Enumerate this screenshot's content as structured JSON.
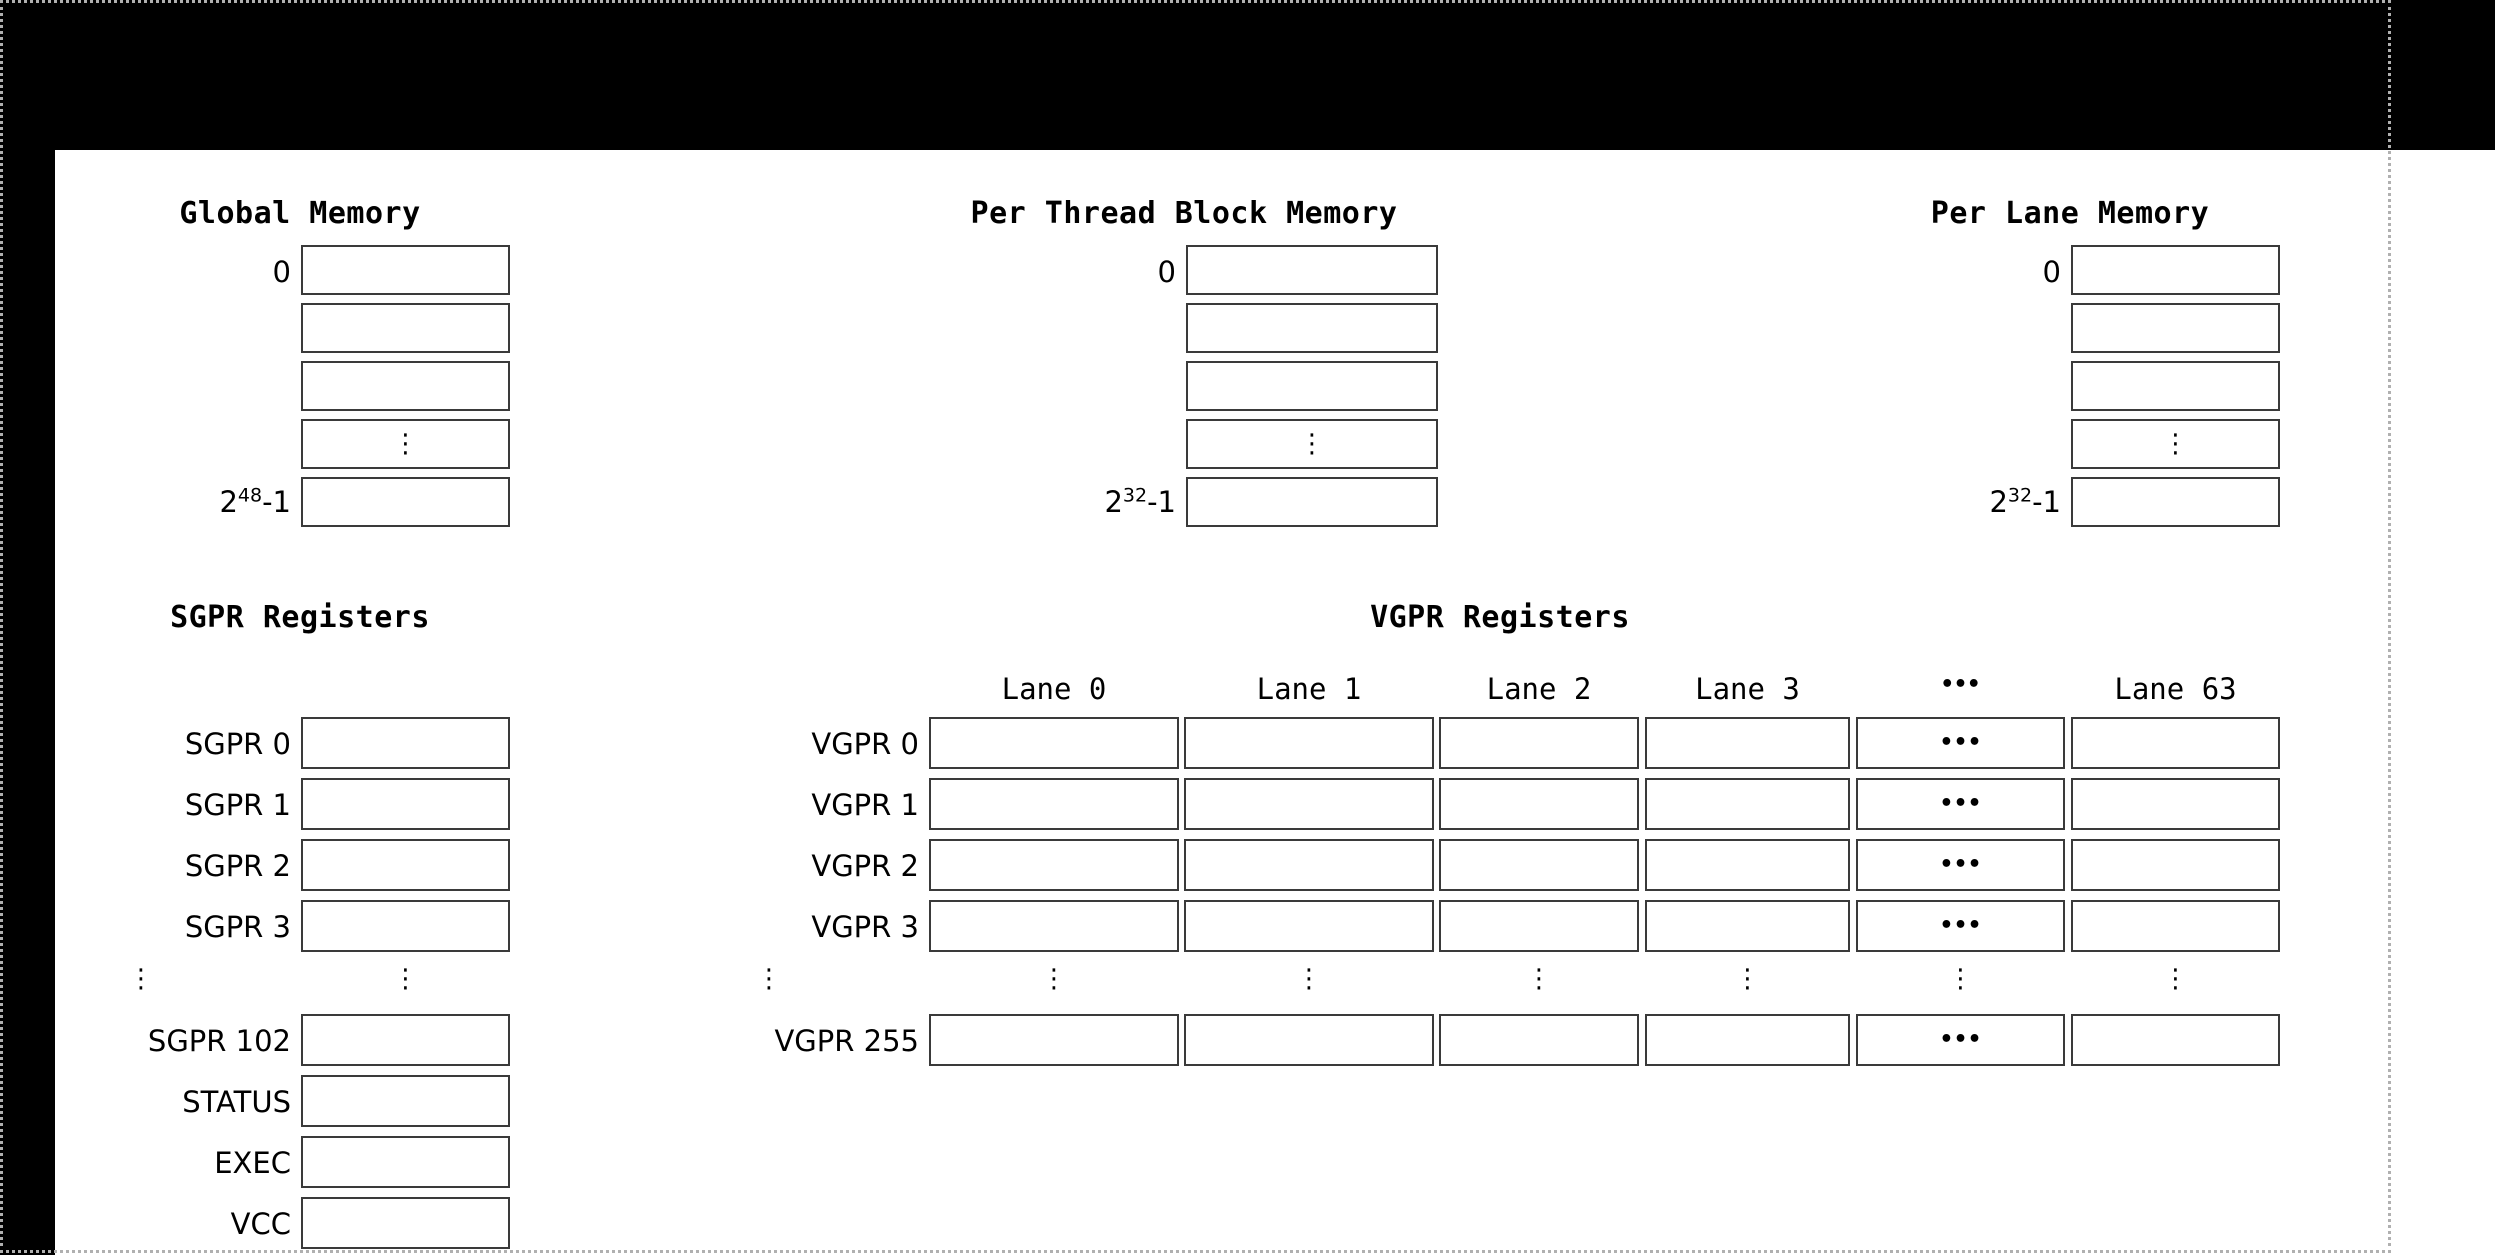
{
  "frame": {
    "letterbox_color": "#000000",
    "sheet_color": "#ffffff",
    "frame_border_color": "#b0b0b0"
  },
  "memory_panels": [
    {
      "title": "Global Memory",
      "first_label": "0",
      "last_label_base": "2",
      "last_label_exp": "48",
      "last_label_tail": "-1",
      "rows": [
        "",
        "",
        "",
        "⋮",
        ""
      ],
      "ellipsis_row_index": 3
    },
    {
      "title": "Per Thread Block Memory",
      "first_label": "0",
      "last_label_base": "2",
      "last_label_exp": "32",
      "last_label_tail": "-1",
      "rows": [
        "",
        "",
        "",
        "⋮",
        ""
      ],
      "ellipsis_row_index": 3
    },
    {
      "title": "Per Lane Memory",
      "first_label": "0",
      "last_label_base": "2",
      "last_label_exp": "32",
      "last_label_tail": "-1",
      "rows": [
        "",
        "",
        "",
        "⋮",
        ""
      ],
      "ellipsis_row_index": 3
    }
  ],
  "sgpr": {
    "title": "SGPR Registers",
    "rows": [
      {
        "label": "SGPR 0",
        "type": "box"
      },
      {
        "label": "SGPR 1",
        "type": "box"
      },
      {
        "label": "SGPR 2",
        "type": "box"
      },
      {
        "label": "SGPR 3",
        "type": "box"
      },
      {
        "label": "⋮",
        "type": "ellipsis",
        "cell_mark": "⋮"
      },
      {
        "label": "SGPR 102",
        "type": "box"
      },
      {
        "label": "STATUS",
        "type": "box"
      },
      {
        "label": "EXEC",
        "type": "box"
      },
      {
        "label": "VCC",
        "type": "box"
      }
    ]
  },
  "vgpr": {
    "title": "VGPR Registers",
    "columns": [
      "Lane 0",
      "Lane 1",
      "Lane 2",
      "Lane 3",
      "•••",
      "Lane 63"
    ],
    "ellipsis_column_index": 4,
    "rows": [
      {
        "label": "VGPR 0",
        "type": "box"
      },
      {
        "label": "VGPR 1",
        "type": "box"
      },
      {
        "label": "VGPR 2",
        "type": "box"
      },
      {
        "label": "VGPR 3",
        "type": "box"
      },
      {
        "label": "⋮",
        "type": "ellipsis",
        "cell_mark": "⋮"
      },
      {
        "label": "VGPR 255",
        "type": "box"
      }
    ],
    "cell_ellipsis_glyph": "•••"
  }
}
